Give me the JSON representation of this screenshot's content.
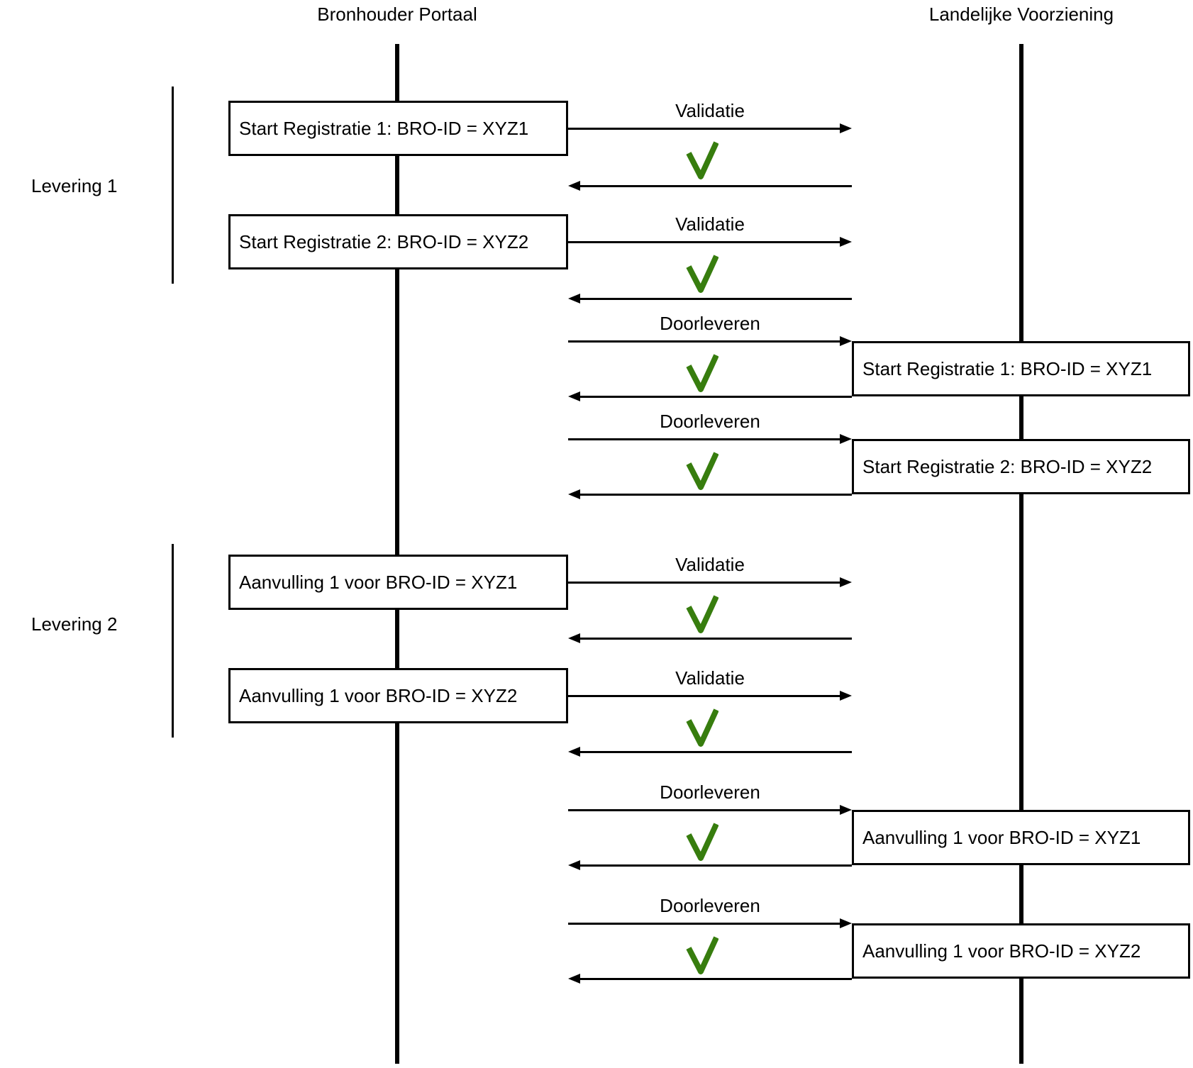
{
  "actors": {
    "left": "Bronhouder Portaal",
    "right": "Landelijke Voorziening"
  },
  "groups": [
    {
      "label": "Levering 1"
    },
    {
      "label": "Levering 2"
    }
  ],
  "boxes": [
    {
      "side": "bronhouder-portaal",
      "label": "Start Registratie 1: BRO-ID = XYZ1"
    },
    {
      "side": "bronhouder-portaal",
      "label": "Start Registratie 2: BRO-ID = XYZ2"
    },
    {
      "side": "landelijke-voorziening",
      "label": "Start Registratie 1: BRO-ID = XYZ1"
    },
    {
      "side": "landelijke-voorziening",
      "label": "Start Registratie 2: BRO-ID = XYZ2"
    },
    {
      "side": "bronhouder-portaal",
      "label": "Aanvulling 1 voor BRO-ID = XYZ1"
    },
    {
      "side": "bronhouder-portaal",
      "label": "Aanvulling 1 voor BRO-ID = XYZ2"
    },
    {
      "side": "landelijke-voorziening",
      "label": "Aanvulling 1 voor BRO-ID = XYZ1"
    },
    {
      "side": "landelijke-voorziening",
      "label": "Aanvulling 1 voor BRO-ID = XYZ2"
    }
  ],
  "exchanges": [
    {
      "label": "Validatie",
      "result_icon": "green-checkmark"
    },
    {
      "label": "Validatie",
      "result_icon": "green-checkmark"
    },
    {
      "label": "Doorleveren",
      "result_icon": "green-checkmark"
    },
    {
      "label": "Doorleveren",
      "result_icon": "green-checkmark"
    },
    {
      "label": "Validatie",
      "result_icon": "green-checkmark"
    },
    {
      "label": "Validatie",
      "result_icon": "green-checkmark"
    },
    {
      "label": "Doorleveren",
      "result_icon": "green-checkmark"
    },
    {
      "label": "Doorleveren",
      "result_icon": "green-checkmark"
    }
  ],
  "colors": {
    "line": "#000000",
    "success_green": "#377d0e",
    "background": "#ffffff"
  }
}
